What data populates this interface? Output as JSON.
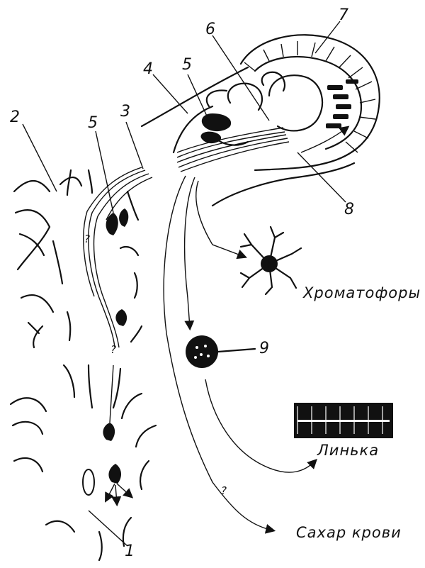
{
  "labels": {
    "n1": "1",
    "n2": "2",
    "n3": "3",
    "n4": "4",
    "n5a": "5",
    "n5b": "5",
    "n6": "6",
    "n7": "7",
    "n8": "8",
    "n9": "9",
    "chromatophores": "Хроматофоры",
    "molt": "Линька",
    "blood_sugar": "Сахар крови",
    "q1": "?",
    "q2": "?",
    "q3": "?"
  }
}
